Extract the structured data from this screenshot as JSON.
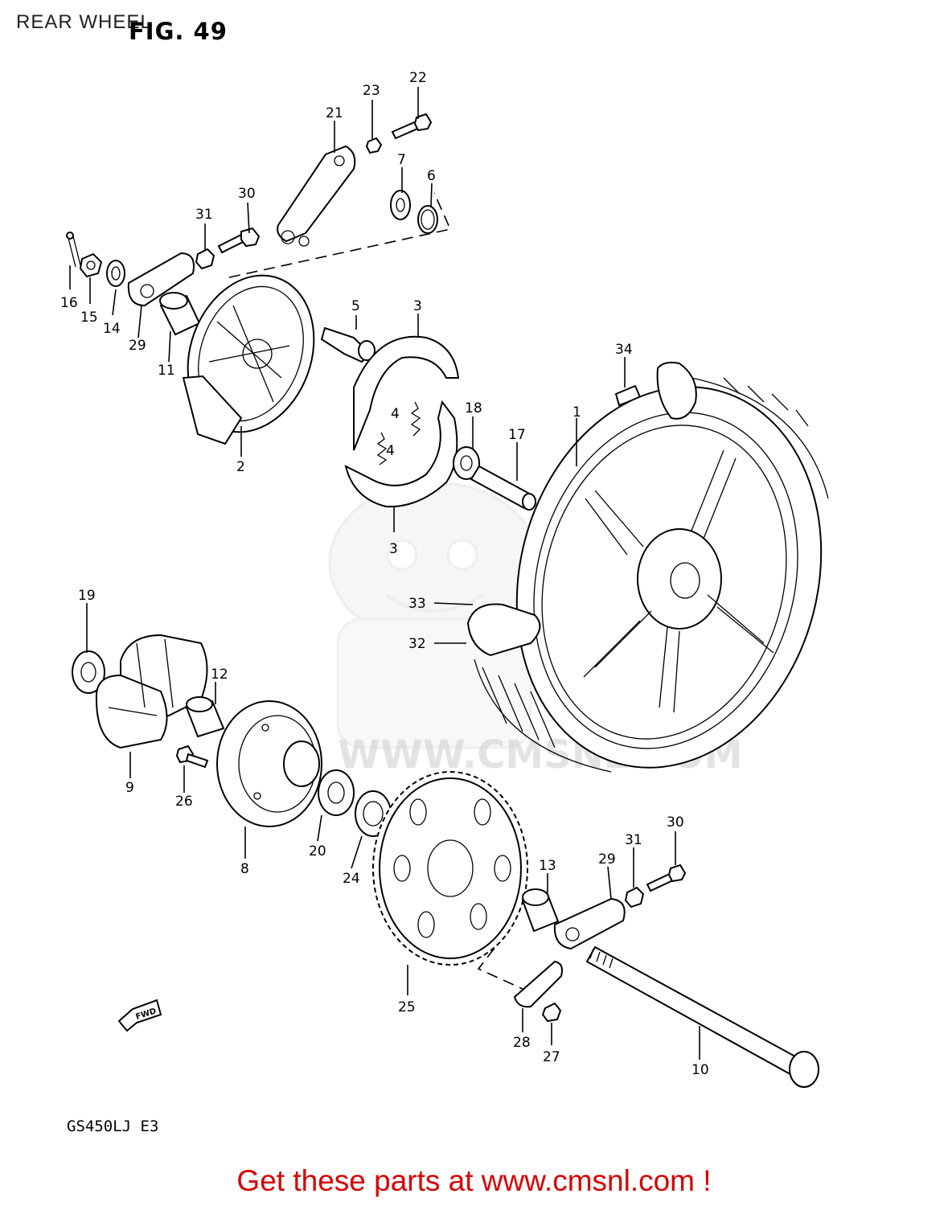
{
  "page_title": "REAR WHEEL",
  "figure_label": "FIG. 49",
  "model_code": "GS450LJ  E3",
  "footer_text": "Get these parts at www.cmsnl.com !",
  "watermark": "WWW.CMSNL.COM",
  "fwd_marker": "FWD",
  "callouts": {
    "c1": "1",
    "c2": "2",
    "c3a": "3",
    "c3b": "3",
    "c4a": "4",
    "c4b": "4",
    "c5": "5",
    "c6": "6",
    "c7": "7",
    "c8": "8",
    "c9": "9",
    "c10": "10",
    "c11": "11",
    "c12": "12",
    "c13": "13",
    "c14": "14",
    "c15": "15",
    "c16": "16",
    "c17": "17",
    "c18": "18",
    "c19": "19",
    "c20": "20",
    "c21": "21",
    "c22": "22",
    "c23": "23",
    "c24": "24",
    "c25": "25",
    "c26": "26",
    "c27": "27",
    "c28": "28",
    "c29a": "29",
    "c29b": "29",
    "c30a": "30",
    "c30b": "30",
    "c31a": "31",
    "c31b": "31",
    "c32": "32",
    "c33": "33",
    "c34": "34"
  }
}
